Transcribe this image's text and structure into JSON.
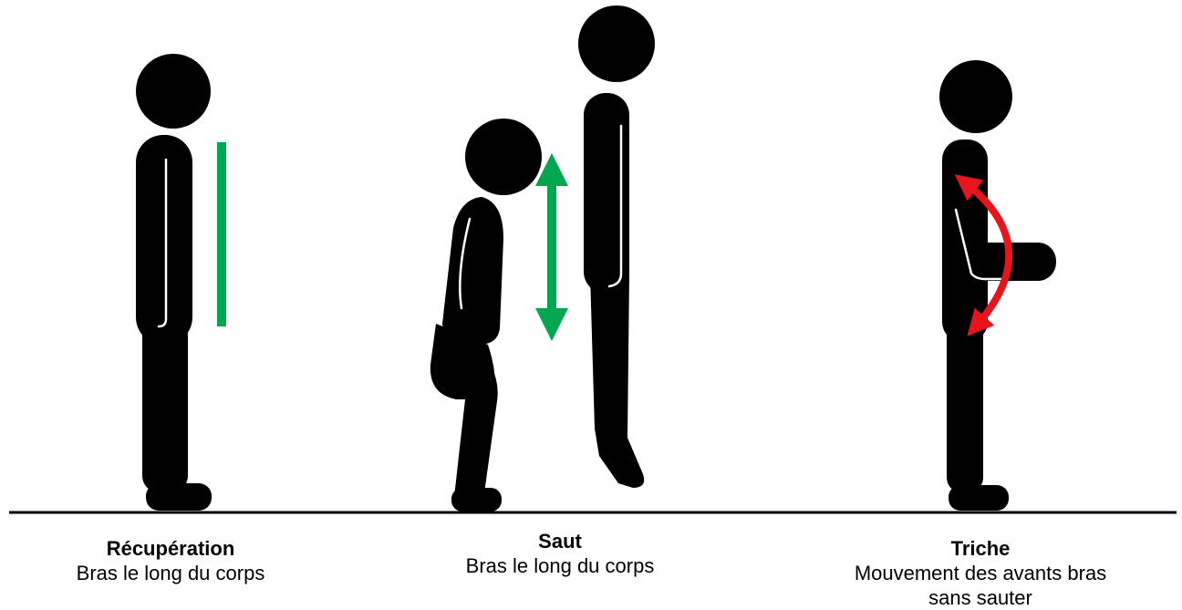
{
  "colors": {
    "figure": "#000000",
    "body_highlight": "#ffffff",
    "ok_marker": "#00a650",
    "cheat_marker": "#e8131b",
    "ground": "#000000"
  },
  "panels": [
    {
      "title": "Récupération",
      "subtitle": "Bras le long du corps"
    },
    {
      "title": "Saut",
      "subtitle": "Bras le long du corps"
    },
    {
      "title": "Triche",
      "subtitle": "Mouvement des avants bras sans sauter"
    }
  ]
}
